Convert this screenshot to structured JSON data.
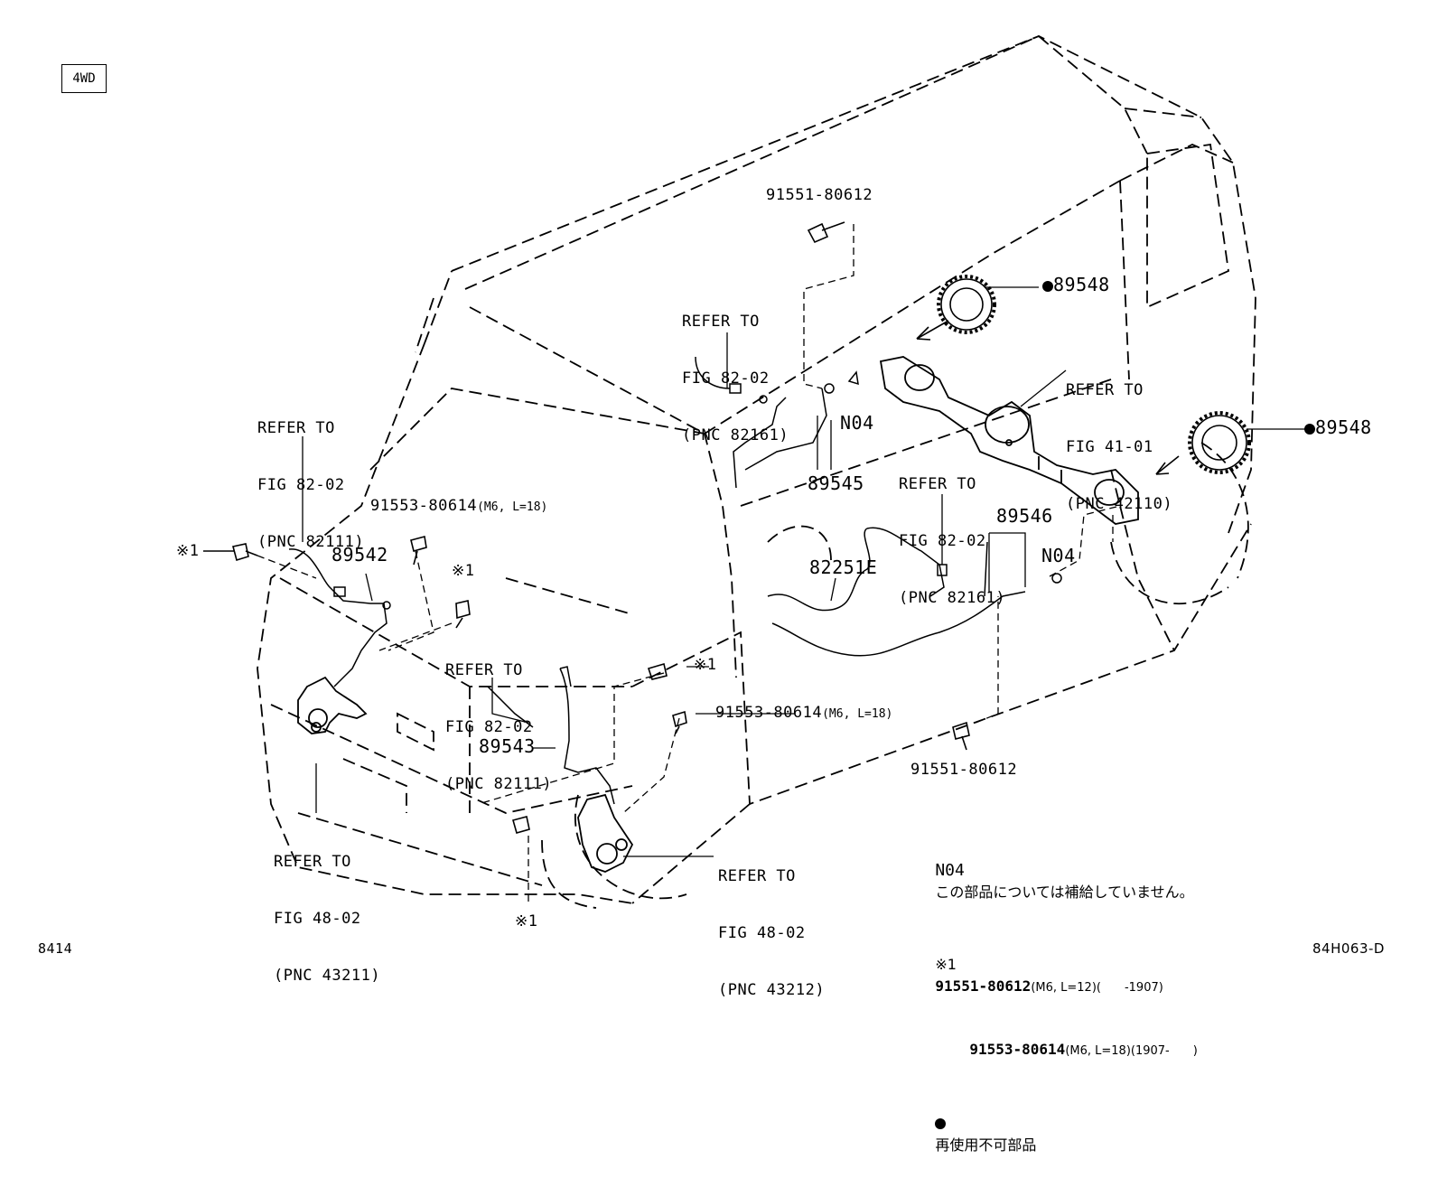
{
  "badge": "4WD",
  "labels": {
    "p91551_top": "91551-80612",
    "refer_82161_a": [
      "REFER TO",
      "FIG 82-02",
      "(PNC 82161)"
    ],
    "p89548_upper": "89548",
    "p89548_lower": "89548",
    "refer_42110": [
      "REFER TO",
      "FIG 41-01",
      "(PNC 42110)"
    ],
    "n04_upper": "N04",
    "p89545": "89545",
    "refer_82161_b": [
      "REFER TO",
      "FIG 82-02",
      "(PNC 82161)"
    ],
    "p89546": "89546",
    "n04_lower": "N04",
    "p82251e": "82251E",
    "refer_82111_a": [
      "REFER TO",
      "FIG 82-02",
      "(PNC 82111)"
    ],
    "p91553_upper": "91553-80614",
    "p91553_upper_spec": "(M6, L=18)",
    "p89542": "89542",
    "kome1_a": "※1",
    "kome1_b": "※1",
    "kome1_c": "※1",
    "kome1_d": "※1",
    "refer_82111_b": [
      "REFER TO",
      "FIG 82-02",
      "(PNC 82111)"
    ],
    "p91553_lower": "91553-80614",
    "p91553_lower_spec": "(M6, L=18)",
    "p89543": "89543",
    "p91551_lower": "91551-80612",
    "refer_43211": [
      "REFER TO",
      "FIG 48-02",
      "(PNC 43211)"
    ],
    "refer_43212": [
      "REFER TO",
      "FIG 48-02",
      "(PNC 43212)"
    ]
  },
  "legend": {
    "n04_code": "N04",
    "n04_text": "この部品については補給していません。",
    "kome_mark": "※1",
    "kome_part1": "91551-80612",
    "kome_part1_spec": "(M6, L=12)(　　-1907)",
    "kome_part2": "91553-80614",
    "kome_part2_spec": "(M6, L=18)(1907-　　)",
    "dot_text": "再使用不可部品"
  },
  "footer": {
    "left_code": "8414",
    "right_code": "84H063-D"
  }
}
